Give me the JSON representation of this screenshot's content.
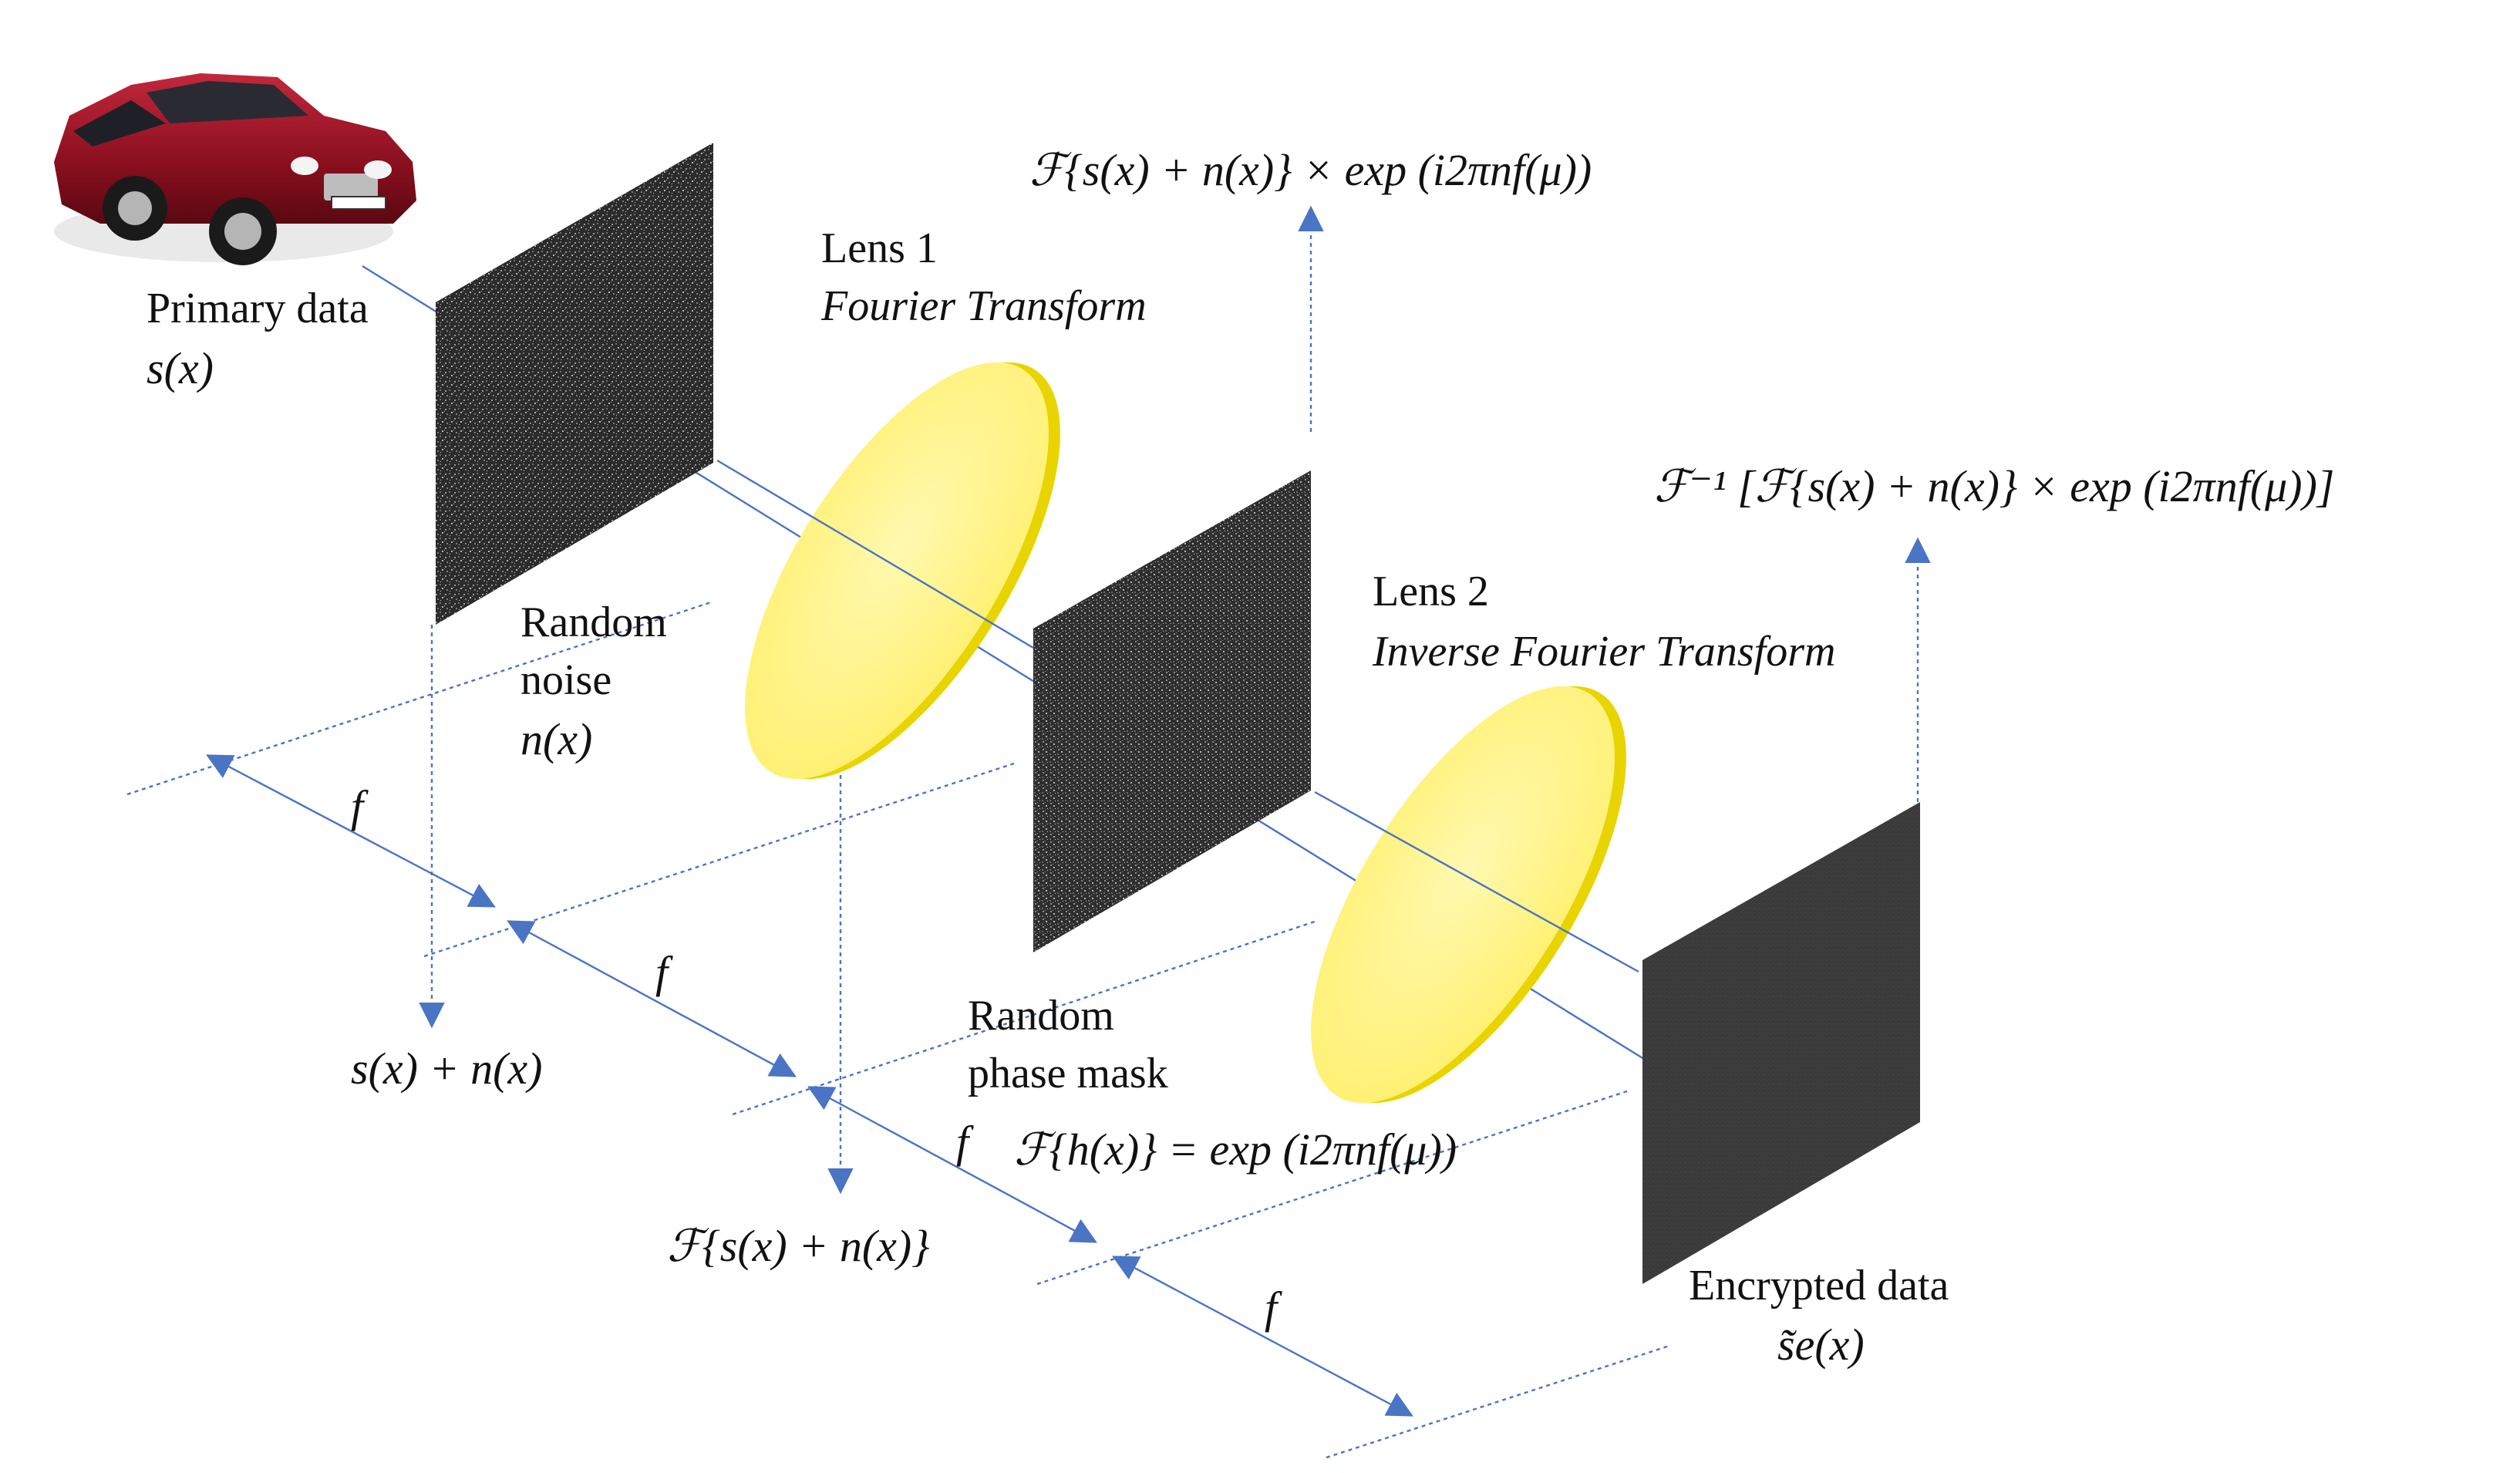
{
  "labels": {
    "primary_data": "Primary data",
    "primary_data_sym": "s(x)",
    "lens1": "Lens 1",
    "lens1_sub": "Fourier Transform",
    "random_noise_1": "Random",
    "random_noise_2": "noise",
    "random_noise_sym": "n(x)",
    "lens2": "Lens 2",
    "lens2_sub": "Inverse Fourier Transform",
    "phase_mask_1": "Random",
    "phase_mask_2": "phase mask",
    "encrypted_data": "Encrypted data",
    "encrypted_sym": "s̃e(x)"
  },
  "equations": {
    "eq_top": "ℱ{s(x) + n(x)} × exp (i2πnf(μ))",
    "eq_inverse": "ℱ⁻¹ [ℱ{s(x) + n(x)} × exp (i2πnf(μ))]",
    "eq_sum": "s(x) + n(x)",
    "eq_fourier": "ℱ{s(x) + n(x)}",
    "eq_phase": "ℱ{h(x)} = exp (i2πnf(μ))"
  },
  "distance_label": "f",
  "colors": {
    "guide_line": "#4a74c4",
    "lens_fill": "#fff27a",
    "lens_rim": "#e8d400",
    "panel_dark": "#3a3a3a",
    "car_body": "#8a0f1f"
  },
  "icons": {
    "car": "car-image"
  }
}
